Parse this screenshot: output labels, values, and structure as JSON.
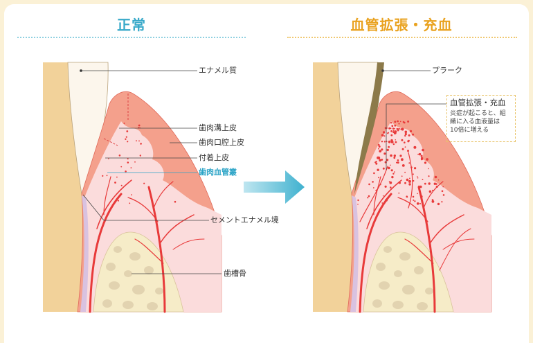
{
  "titles": {
    "normal": "正常",
    "inflamed": "血管拡張・充血"
  },
  "normal_labels": {
    "enamel": "エナメル質",
    "sulcular_epithelium": "歯肉溝上皮",
    "oral_epithelium": "歯肉口腔上皮",
    "junctional_epithelium": "付着上皮",
    "vascular_plexus": "歯肉血管叢",
    "cej": "セメントエナメル境",
    "alveolar_bone": "歯槽骨"
  },
  "inflamed_labels": {
    "plaque": "プラーク",
    "callout_title": "血管拡張・充血",
    "callout_line1": "炎症が起こると、組",
    "callout_line2": "織に入る血液量は",
    "callout_line3": "10倍に増える"
  },
  "colors": {
    "teal": "#38a9c9",
    "orange": "#e9a21f",
    "gum": "#f4a08c",
    "tissue": "#fbdcdc",
    "vessel": "#e83a3a",
    "dentin": "#f2d29a",
    "bone": "#f6ecc8"
  }
}
